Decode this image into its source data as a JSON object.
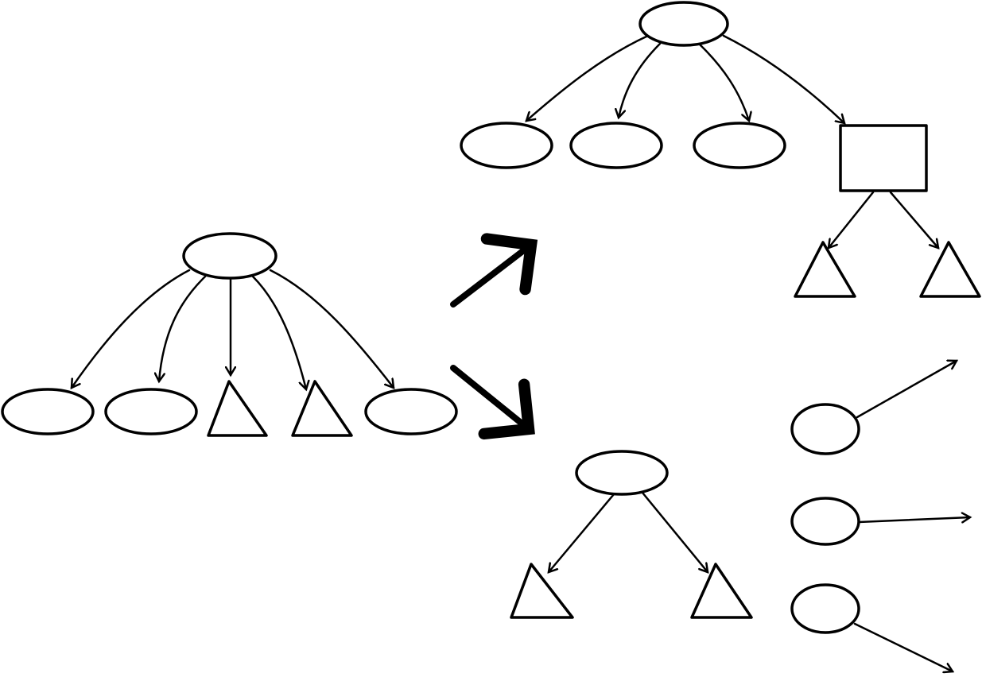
{
  "diagram": {
    "description_type": "tree-transformation-sketch",
    "stroke_color": "#000000",
    "background_color": "#ffffff",
    "trees": [
      {
        "name": "source-tree",
        "root": "ellipse",
        "children": [
          "ellipse",
          "ellipse",
          "triangle",
          "triangle",
          "ellipse"
        ]
      },
      {
        "name": "upper-result-tree",
        "root": "ellipse",
        "children": [
          "ellipse",
          "ellipse",
          "ellipse",
          "rectangle"
        ],
        "rectangle_children": [
          "triangle",
          "triangle"
        ]
      },
      {
        "name": "lower-result-tree",
        "root": "ellipse",
        "children": [
          "triangle",
          "triangle"
        ]
      },
      {
        "name": "dangling-nodes",
        "nodes": [
          "ellipse",
          "ellipse",
          "ellipse"
        ]
      }
    ]
  }
}
